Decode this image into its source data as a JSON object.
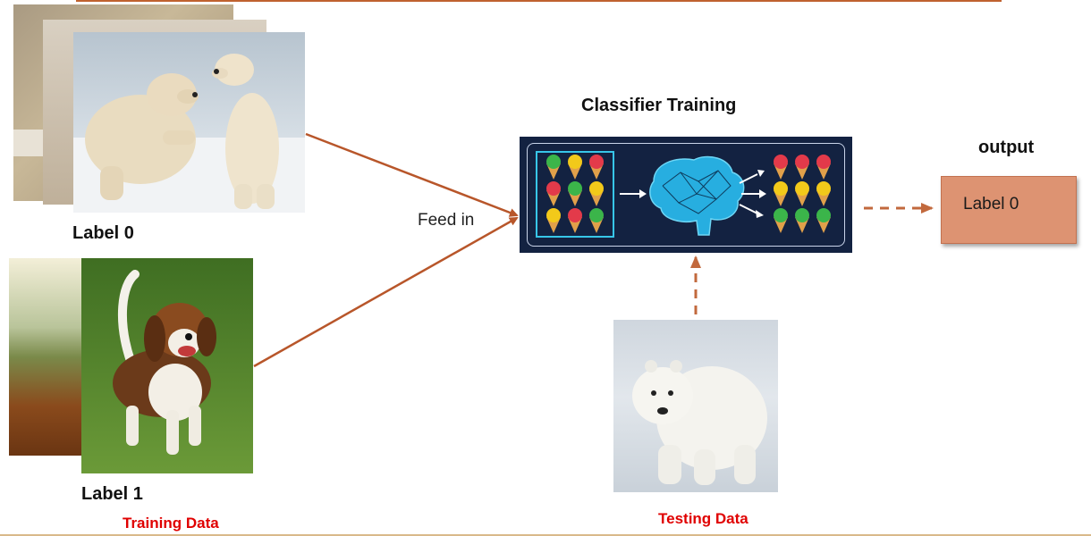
{
  "title": "Classifier Training",
  "training": {
    "label0": "Label 0",
    "label1": "Label 1",
    "caption": "Training Data"
  },
  "feed": "Feed in",
  "output": {
    "heading": "output",
    "box_label": "Label 0"
  },
  "testing": {
    "caption": "Testing Data"
  },
  "colors": {
    "arrow": "#b8562a",
    "panel": "#132241",
    "output_box": "#dd9372",
    "caption_red": "#e00000"
  }
}
